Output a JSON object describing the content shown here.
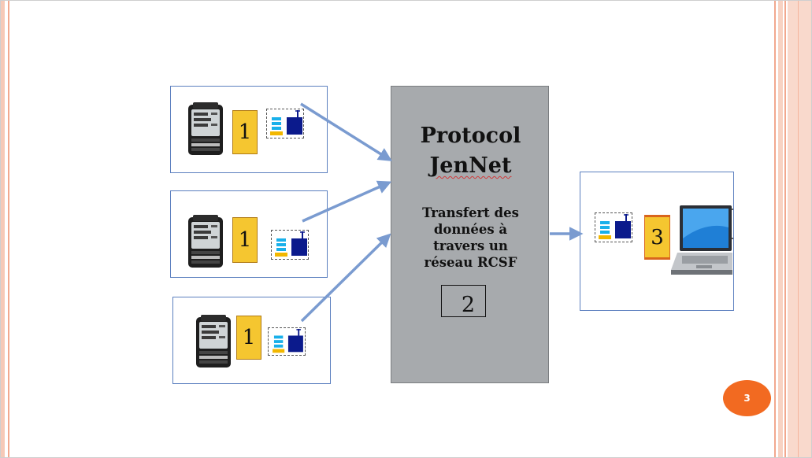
{
  "nodes": [
    {
      "id": "node-1",
      "number": "1"
    },
    {
      "id": "node-2",
      "number": "1"
    },
    {
      "id": "node-3",
      "number": "1"
    }
  ],
  "center": {
    "title_line1": "Protocol",
    "title_line2": "JenNet",
    "body_lines": [
      "Transfert des",
      "données à",
      "travers un",
      "réseau RCSF"
    ],
    "number": "2"
  },
  "receiver": {
    "number": "3"
  },
  "page_number": "3",
  "colors": {
    "frame": "#5b7fbf",
    "arrow": "#7a9bd0",
    "node_label_fill": "#f5c630",
    "module_chip": "#19b0ea",
    "module_radio": "#0b1a8c",
    "module_bar": "#f2b700",
    "center_fill": "#a7aaad",
    "badge": "#f26a21"
  },
  "icons": [
    "energy-meter-icon",
    "zigbee-module-icon",
    "antenna-icon",
    "laptop-icon"
  ]
}
